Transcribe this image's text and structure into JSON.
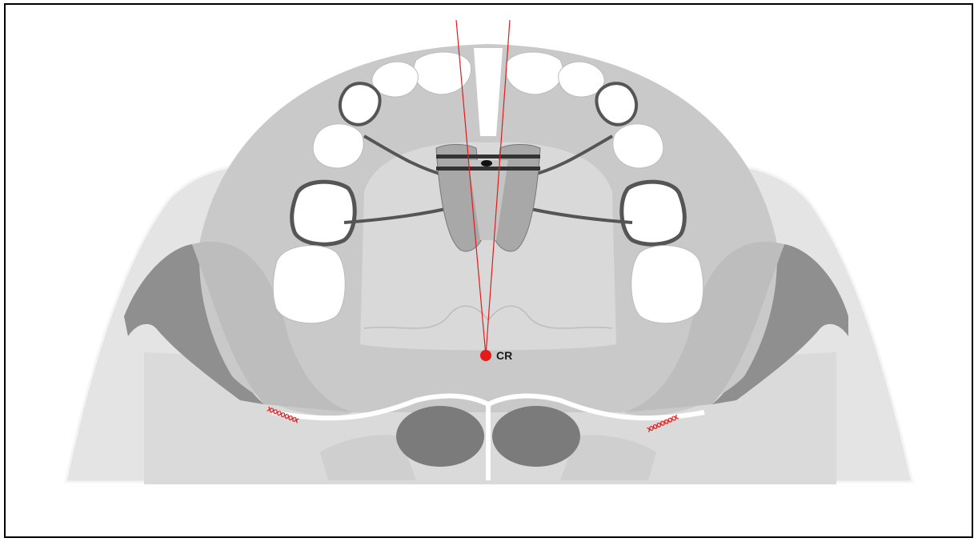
{
  "diagram": {
    "center_label": "CR",
    "left_marks": "xxxxxxxx",
    "right_marks": "xxxxxxxx",
    "colors": {
      "frame": "#000000",
      "background": "#ffffff",
      "palate": "#cfcfcf",
      "soft_tissue": "#e6e6e6",
      "dark_tissue": "#8a8a8a",
      "teeth": "#ffffff",
      "wire": "#555555",
      "reference_line": "#e41b1b",
      "center_point": "#e41b1b"
    }
  }
}
